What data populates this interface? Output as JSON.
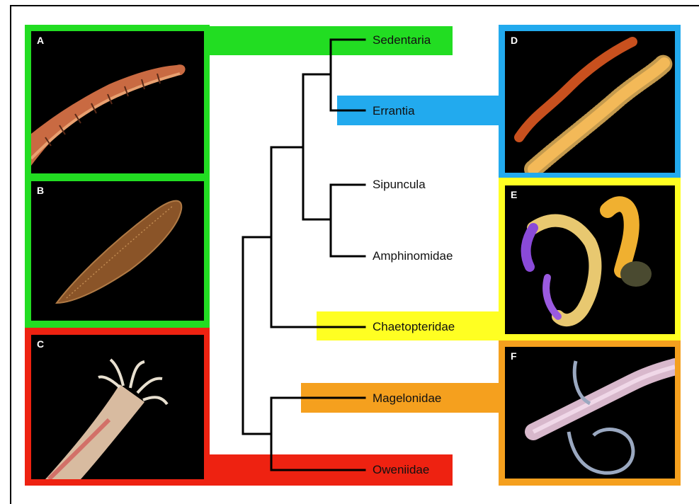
{
  "taxa": {
    "sedentaria": "Sedentaria",
    "errantia": "Errantia",
    "sipuncula": "Sipuncula",
    "amphinomidae": "Amphinomidae",
    "chaetopteridae": "Chaetopteridae",
    "magelonidae": "Magelonidae",
    "oweniidae": "Oweniidae"
  },
  "panels": {
    "a": "A",
    "b": "B",
    "c": "C",
    "d": "D",
    "e": "E",
    "f": "F"
  },
  "colors": {
    "sedentaria": "#22dd22",
    "errantia": "#22aaee",
    "chaetopteridae": "#ffff22",
    "magelonidae": "#f5a01e",
    "oweniidae": "#ee2211",
    "tree": "#000000"
  }
}
